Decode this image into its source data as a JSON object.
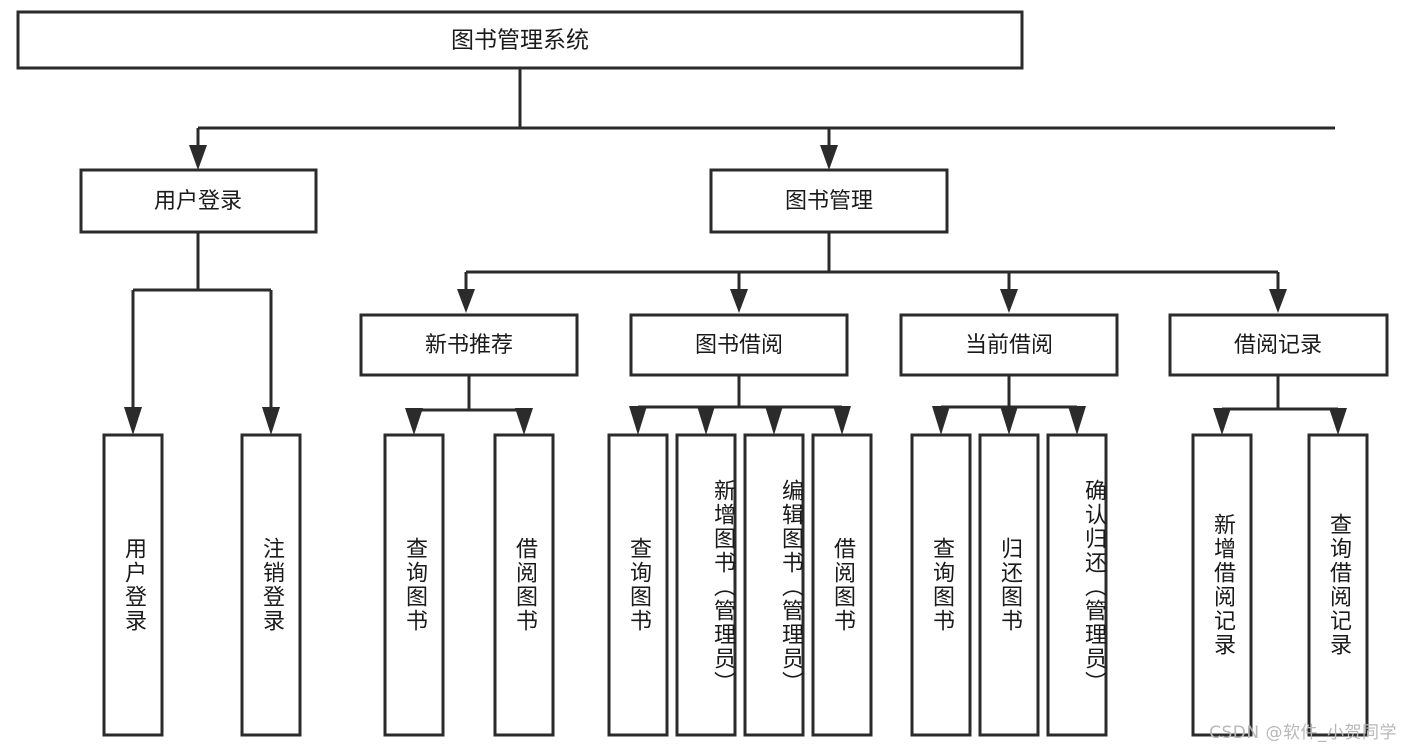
{
  "diagram": {
    "type": "tree",
    "title": "图书管理系统",
    "watermark": "CSDN @软件_小贺同学",
    "root": {
      "id": "root",
      "label": "图书管理系统"
    },
    "level2": [
      {
        "id": "user-login",
        "label": "用户登录"
      },
      {
        "id": "book-manage",
        "label": "图书管理"
      }
    ],
    "level3": [
      {
        "id": "new-book-recommend",
        "label": "新书推荐",
        "parent": "book-manage"
      },
      {
        "id": "book-borrow",
        "label": "图书借阅",
        "parent": "book-manage"
      },
      {
        "id": "current-borrow",
        "label": "当前借阅",
        "parent": "book-manage"
      },
      {
        "id": "borrow-record",
        "label": "借阅记录",
        "parent": "book-manage"
      }
    ],
    "leaves": [
      {
        "id": "leaf-user-login",
        "label": "用户登录",
        "parent": "user-login"
      },
      {
        "id": "leaf-logout",
        "label": "注销登录",
        "parent": "user-login"
      },
      {
        "id": "leaf-query-book-1",
        "label": "查询图书",
        "parent": "new-book-recommend"
      },
      {
        "id": "leaf-borrow-book-1",
        "label": "借阅图书",
        "parent": "new-book-recommend"
      },
      {
        "id": "leaf-query-book-2",
        "label": "查询图书",
        "parent": "book-borrow"
      },
      {
        "id": "leaf-add-book",
        "label": "新增图书（管理员）",
        "parent": "book-borrow"
      },
      {
        "id": "leaf-edit-book",
        "label": "编辑图书（管理员）",
        "parent": "book-borrow"
      },
      {
        "id": "leaf-borrow-book-2",
        "label": "借阅图书",
        "parent": "book-borrow"
      },
      {
        "id": "leaf-query-book-3",
        "label": "查询图书",
        "parent": "current-borrow"
      },
      {
        "id": "leaf-return-book",
        "label": "归还图书",
        "parent": "current-borrow"
      },
      {
        "id": "leaf-confirm-return",
        "label": "确认归还（管理员）",
        "parent": "current-borrow"
      },
      {
        "id": "leaf-add-record",
        "label": "新增借阅记录",
        "parent": "borrow-record"
      },
      {
        "id": "leaf-query-record",
        "label": "查询借阅记录",
        "parent": "borrow-record"
      }
    ],
    "colors": {
      "stroke": "#2b2b2b",
      "fill": "#ffffff",
      "text": "#1a1a1a",
      "watermark": "#b8b8b8"
    }
  }
}
